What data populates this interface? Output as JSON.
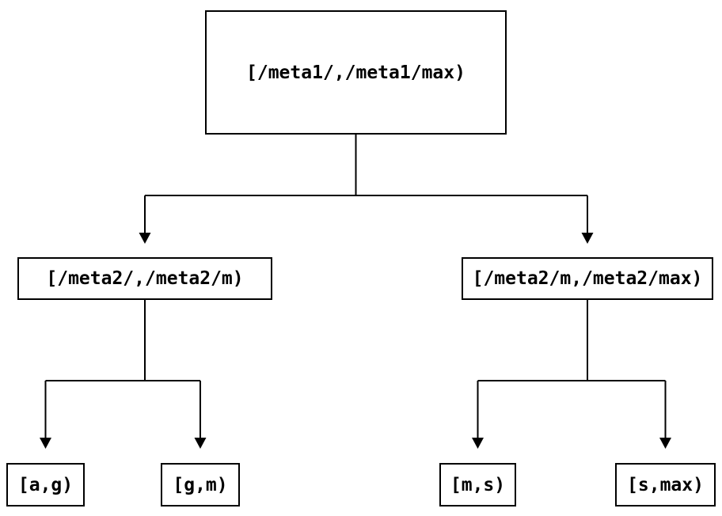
{
  "diagram": {
    "type": "tree",
    "background_color": "#ffffff",
    "line_color": "#000000",
    "node_border_color": "#000000",
    "node_fill_color": "#ffffff",
    "nodes": {
      "root": {
        "label": "[/meta1/,/meta1/max)"
      },
      "left": {
        "label": "[/meta2/,/meta2/m)"
      },
      "right": {
        "label": "[/meta2/m,/meta2/max)"
      },
      "leaf_ag": {
        "label": "[a,g)"
      },
      "leaf_gm": {
        "label": "[g,m)"
      },
      "leaf_ms": {
        "label": "[m,s)"
      },
      "leaf_smax": {
        "label": "[s,max)"
      }
    },
    "edges": [
      {
        "from": "root",
        "to": "left"
      },
      {
        "from": "root",
        "to": "right"
      },
      {
        "from": "left",
        "to": "leaf_ag"
      },
      {
        "from": "left",
        "to": "leaf_gm"
      },
      {
        "from": "right",
        "to": "leaf_ms"
      },
      {
        "from": "right",
        "to": "leaf_smax"
      }
    ]
  }
}
